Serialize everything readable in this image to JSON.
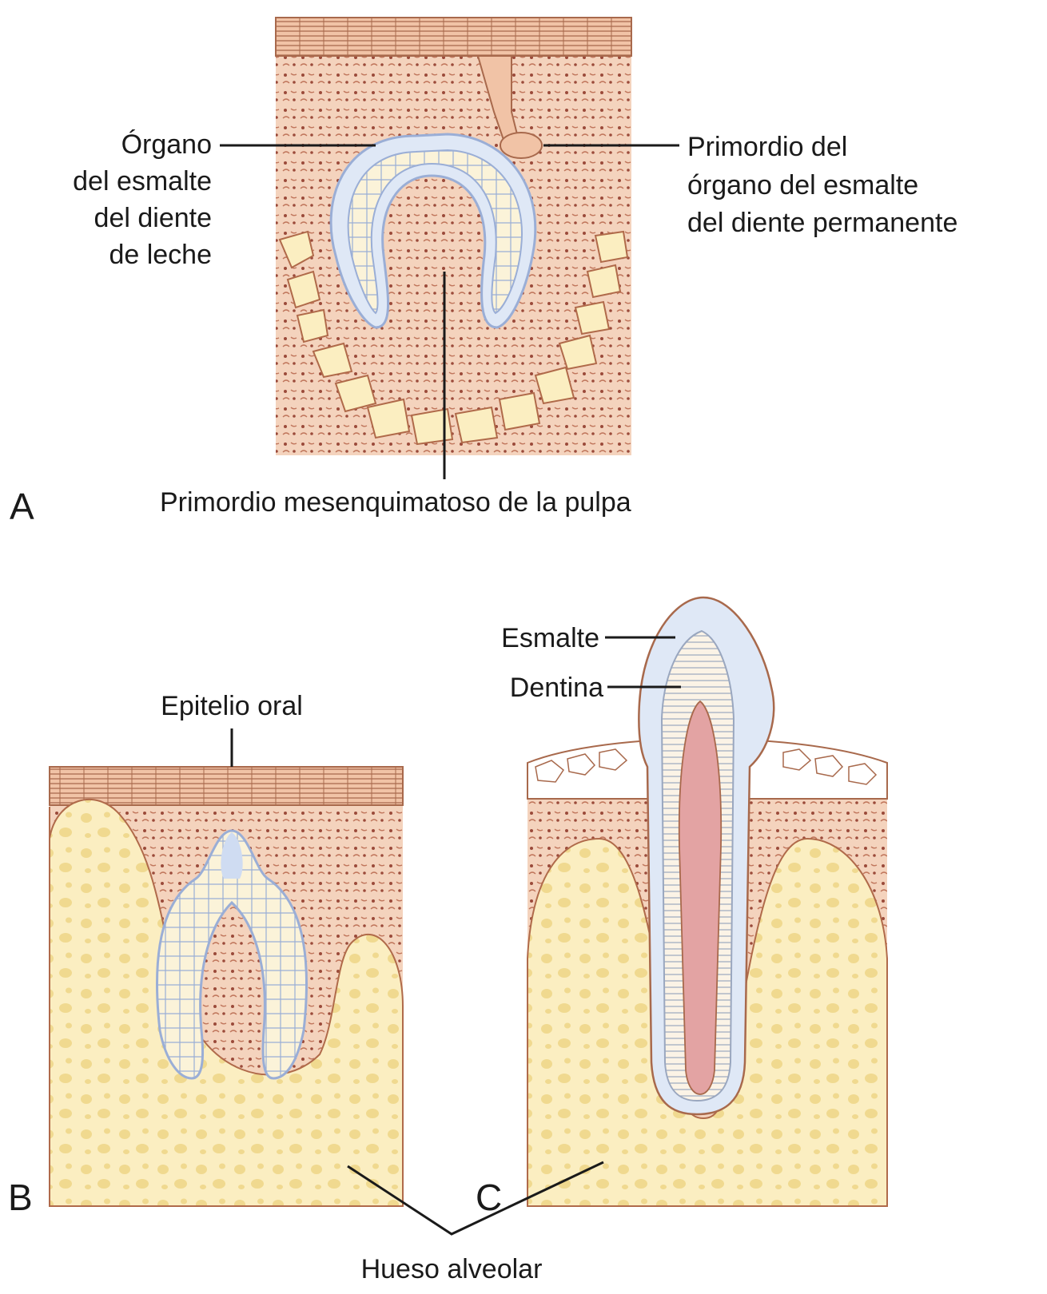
{
  "panels": {
    "a": {
      "letter": "A",
      "label_organ_line1": "Órgano",
      "label_organ_line2": "del esmalte",
      "label_organ_line3": "del diente",
      "label_organ_line4": "de leche",
      "label_primordio_line1": "Primordio del",
      "label_primordio_line2": "órgano del esmalte",
      "label_primordio_line3": "del diente permanente",
      "label_pulpa": "Primordio mesenquimatoso de la pulpa"
    },
    "b": {
      "letter": "B",
      "label_epitelio": "Epitelio oral"
    },
    "c": {
      "letter": "C",
      "label_esmalte": "Esmalte",
      "label_dentina": "Dentina"
    },
    "shared": {
      "label_hueso": "Hueso alveolar"
    }
  },
  "colors": {
    "connective_tissue": "#f4d3bd",
    "bone": "#fbeec1",
    "enamel_organ": "#dfe8f6",
    "pulp": "#e3a3a3",
    "outline": "#a8694c"
  }
}
